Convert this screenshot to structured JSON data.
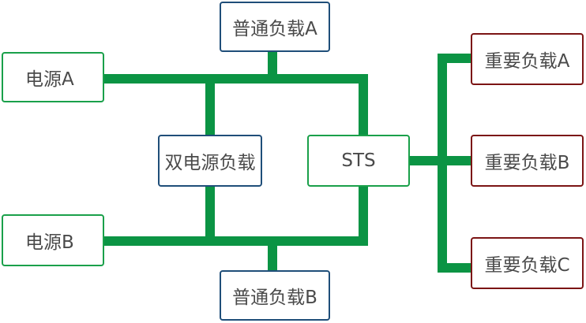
{
  "colors": {
    "wire": "#0b9444",
    "source_border": "#1aa04a",
    "normal_border": "#1f4e79",
    "critical_border": "#7b1414",
    "text": "#4a4a4a"
  },
  "nodes": {
    "source_a": "电源A",
    "source_b": "电源B",
    "normal_a": "普通负载A",
    "normal_b": "普通负载B",
    "dual": "双电源负载",
    "sts": "STS",
    "critical_a": "重要负载A",
    "critical_b": "重要负载B",
    "critical_c": "重要负载C"
  }
}
